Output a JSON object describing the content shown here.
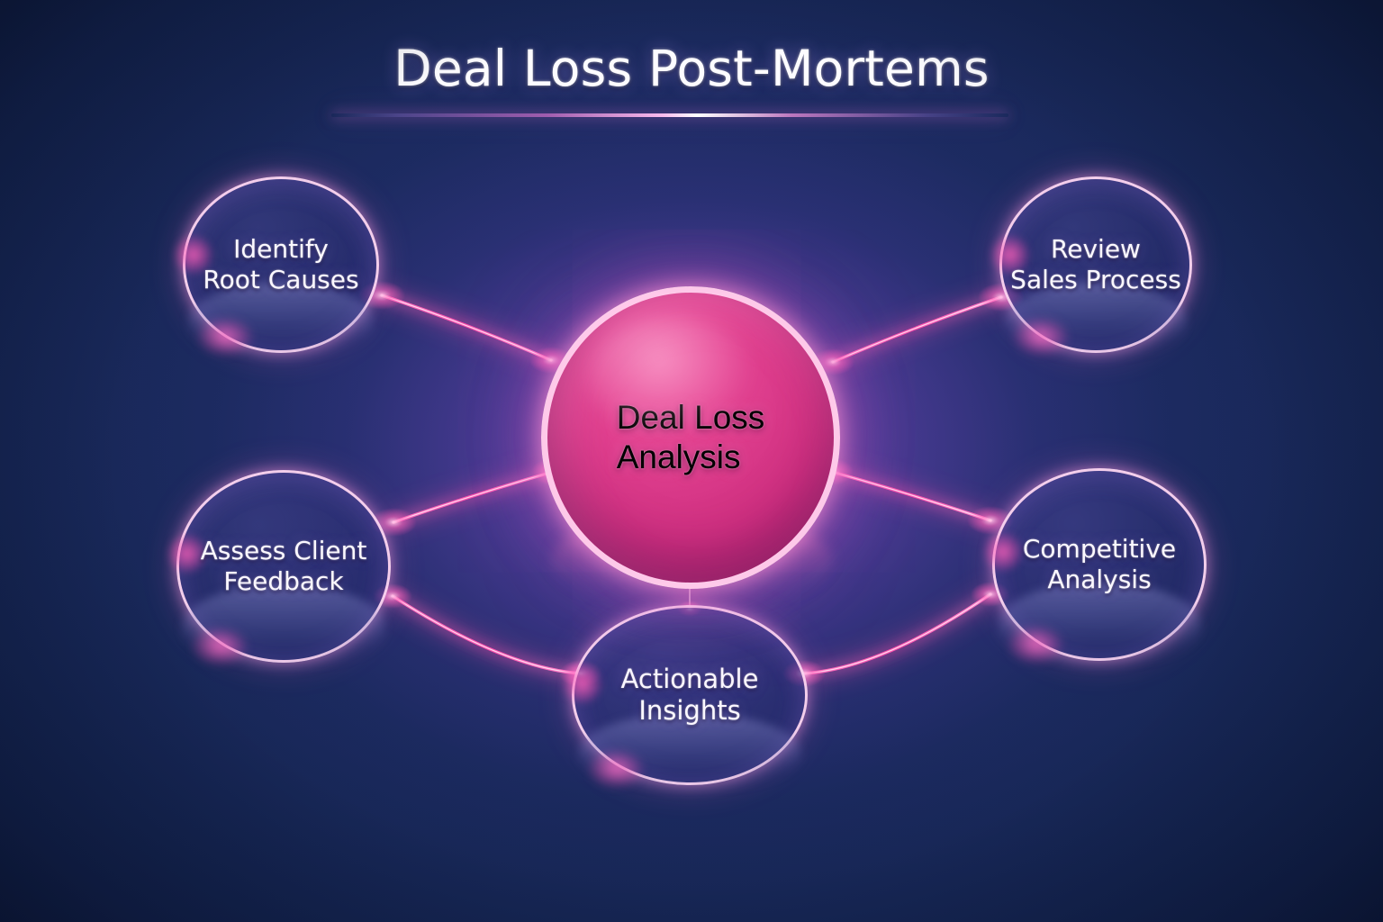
{
  "header": {
    "title": "Deal Loss Post-Mortems",
    "accent_color": "#ef5aa8",
    "rule_color": "#ffffff"
  },
  "theme": {
    "background_navy": "#142450",
    "background_glow_purple": "#8048cd",
    "center_node_pink": "#d3307f",
    "ring_color": "#ffd7f2",
    "text_color": "#fbf8ff",
    "connector_color": "#ff5fb9"
  },
  "diagram": {
    "type": "hub-and-spoke",
    "center": {
      "id": "deal-loss-analysis",
      "label_line1": "Deal Loss",
      "label_line2": "Analysis"
    },
    "nodes": [
      {
        "id": "identify-root-causes",
        "label_line1": "Identify",
        "label_line2": "Root Causes",
        "position": "top-left"
      },
      {
        "id": "review-sales-process",
        "label_line1": "Review",
        "label_line2": "Sales Process",
        "position": "top-right"
      },
      {
        "id": "assess-client-feedback",
        "label_line1": "Assess Client",
        "label_line2": "Feedback",
        "position": "middle-left"
      },
      {
        "id": "competitive-analysis",
        "label_line1": "Competitive",
        "label_line2": "Analysis",
        "position": "middle-right"
      },
      {
        "id": "actionable-insights",
        "label_line1": "Actionable",
        "label_line2": "Insights",
        "position": "bottom-center"
      }
    ],
    "connections": [
      {
        "from": "identify-root-causes",
        "to": "deal-loss-analysis"
      },
      {
        "from": "review-sales-process",
        "to": "deal-loss-analysis"
      },
      {
        "from": "assess-client-feedback",
        "to": "deal-loss-analysis"
      },
      {
        "from": "competitive-analysis",
        "to": "deal-loss-analysis"
      },
      {
        "from": "actionable-insights",
        "to": "deal-loss-analysis"
      },
      {
        "from": "assess-client-feedback",
        "to": "actionable-insights"
      },
      {
        "from": "competitive-analysis",
        "to": "actionable-insights"
      }
    ]
  }
}
